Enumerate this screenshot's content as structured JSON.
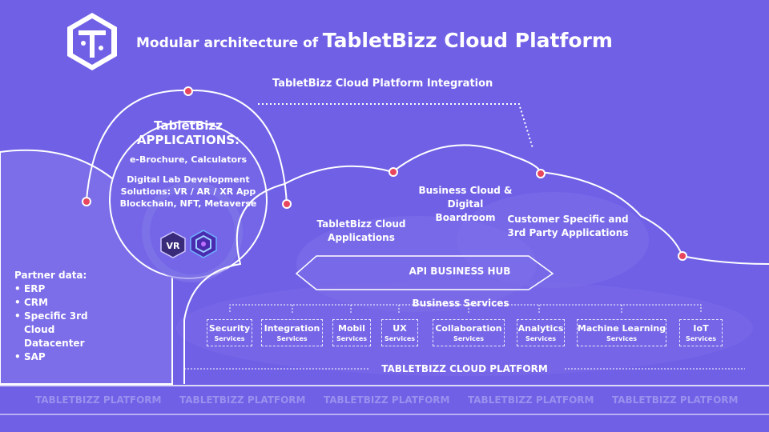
{
  "title": {
    "prefix": "Modular architecture of",
    "brand": "TabletBizz Cloud Platform"
  },
  "integration_label": "TabletBizz Cloud Platform Integration",
  "applications": {
    "title": "TabletBizz APPLICATIONS:",
    "subtitle": "e-Brochure, Calculators",
    "digital_lab": "Digital Lab Development Solutions: VR / AR / XR App Blockchain, NFT, Metaverse"
  },
  "cloud_labels": {
    "cloud_apps": "TabletBizz Cloud Applications",
    "boardroom": "Business Cloud & Digital Boardroom",
    "third_party": "Customer Specific and 3rd Party Applications"
  },
  "partner": {
    "heading": "Partner data:",
    "items": [
      "ERP",
      "CRM",
      "Specific 3rd Cloud Datacenter",
      "SAP"
    ]
  },
  "api_hub": "API BUSINESS HUB",
  "business_services": "Business Services",
  "services": [
    {
      "name": "Security",
      "sub": "Services"
    },
    {
      "name": "Integration",
      "sub": "Services"
    },
    {
      "name": "Mobil",
      "sub": "Services"
    },
    {
      "name": "UX",
      "sub": "Services"
    },
    {
      "name": "Collaboration",
      "sub": "Services"
    },
    {
      "name": "Analytics",
      "sub": "Services"
    },
    {
      "name": "Machine Learning",
      "sub": "Services"
    },
    {
      "name": "IoT",
      "sub": "Services"
    }
  ],
  "platform_label": "TABLETBIZZ CLOUD PLATFORM",
  "platform_strip": [
    "TABLETBIZZ PLATFORM",
    "TABLETBIZZ PLATFORM",
    "TABLETBIZZ PLATFORM",
    "TABLETBIZZ PLATFORM",
    "TABLETBIZZ PLATFORM"
  ],
  "icons": [
    "tabletbizz-logo-icon",
    "vr-badge-icon",
    "cube-badge-icon"
  ],
  "colors": {
    "background": "#7060e6",
    "cloud_fill": "#7b6ce8",
    "line": "#ffffff",
    "dot": "#e8465f"
  }
}
